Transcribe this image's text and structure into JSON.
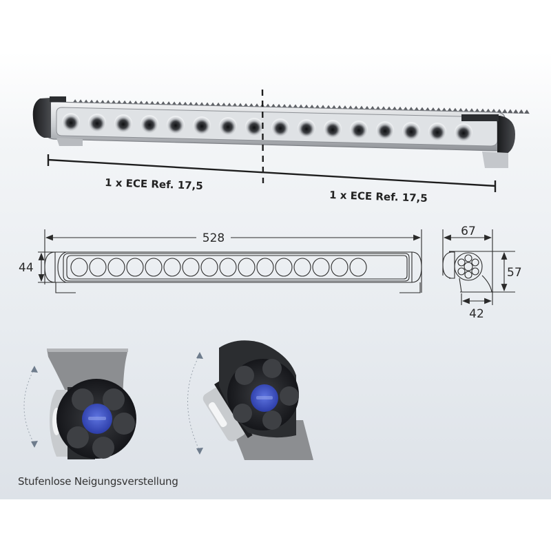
{
  "product_photo": {
    "led_count": 16,
    "segments": [
      {
        "label": "1 x ECE Ref. 17,5"
      },
      {
        "label": "1 x ECE Ref. 17,5"
      }
    ]
  },
  "front_drawing": {
    "width_label": "528",
    "height_label": "44",
    "led_count": 16
  },
  "side_drawing": {
    "depth_label": "67",
    "height_label": "57",
    "base_label": "42"
  },
  "mount_photos": {
    "caption": "Stufenlose Neigungsverstellung",
    "badge_color": "#3a4fc0"
  },
  "colors": {
    "panel_bg": "#e3e7ec",
    "line": "#2a2a2a",
    "housing_dark": "#2b2d30",
    "bracket": "#8e9092"
  }
}
